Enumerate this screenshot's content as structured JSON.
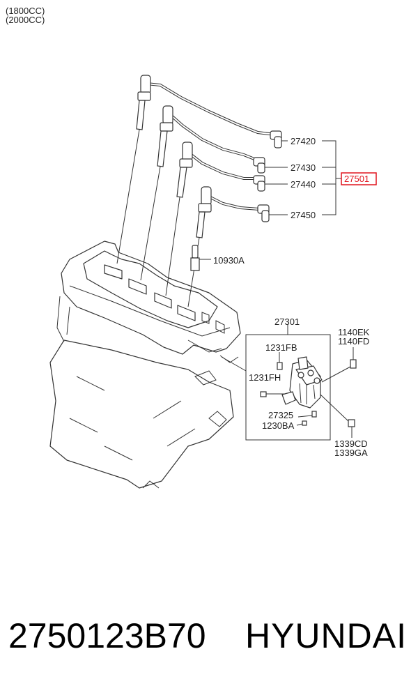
{
  "variants": [
    "(1800CC)",
    "(2000CC)"
  ],
  "parts": {
    "p27420": "27420",
    "p27430": "27430",
    "p27440": "27440",
    "p27450": "27450",
    "p27501": "27501",
    "p10930A": "10930A",
    "p27301": "27301",
    "p1140EK": "1140EK",
    "p1140FD": "1140FD",
    "p1231FB": "1231FB",
    "p1231FH": "1231FH",
    "p27325": "27325",
    "p1230BA": "1230BA",
    "p1339CD": "1339CD",
    "p1339GA": "1339GA"
  },
  "highlight_color": "#e0141e",
  "footer": {
    "part_number": "2750123B70",
    "brand": "HYUNDAI"
  }
}
